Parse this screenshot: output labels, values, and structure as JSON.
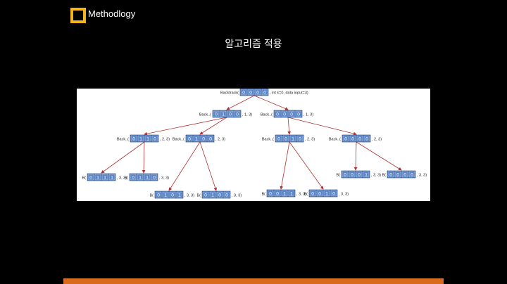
{
  "header": {
    "title": "Methodlogy"
  },
  "slide": {
    "title": "알고리즘 적용"
  },
  "colors": {
    "accent": "#f5b41a",
    "bar": "#d86a1c",
    "cell": "#4a74b4",
    "edge": "#b03030"
  },
  "tree": {
    "nodes": [
      {
        "id": "root",
        "pre": "Backtrack(",
        "bits": [
          "0",
          "0",
          "0",
          "0"
        ],
        "post": ", int k=0, data input=3)"
      },
      {
        "id": "n1",
        "pre": "Back..(",
        "bits": [
          "0",
          "1",
          "0",
          "0"
        ],
        "post": ", 1, 3)"
      },
      {
        "id": "n2",
        "pre": "Back..(",
        "bits": [
          "0",
          "0",
          "0",
          "0"
        ],
        "post": ", 1, 3)"
      },
      {
        "id": "n3",
        "pre": "Back..(",
        "bits": [
          "0",
          "1",
          "1",
          "0"
        ],
        "post": ", 2, 3)"
      },
      {
        "id": "n4",
        "pre": "Back..(",
        "bits": [
          "0",
          "1",
          "0",
          "0"
        ],
        "post": ", 2, 3)"
      },
      {
        "id": "n5",
        "pre": "Back..(",
        "bits": [
          "0",
          "0",
          "1",
          "0"
        ],
        "post": ", 2, 3)"
      },
      {
        "id": "n6",
        "pre": "Back..(",
        "bits": [
          "0",
          "0",
          "0",
          "0"
        ],
        "post": ", 2, 3)"
      },
      {
        "id": "l1",
        "pre": "B(",
        "bits": [
          "0",
          "1",
          "1",
          "1"
        ],
        "post": ", 3, 3)"
      },
      {
        "id": "l2",
        "pre": "B(",
        "bits": [
          "0",
          "1",
          "1",
          "0"
        ],
        "post": ", 3, 3)"
      },
      {
        "id": "l3",
        "pre": "B(",
        "bits": [
          "0",
          "1",
          "0",
          "1"
        ],
        "post": ", 3, 3)"
      },
      {
        "id": "l4",
        "pre": "B(",
        "bits": [
          "0",
          "1",
          "0",
          "0"
        ],
        "post": ", 3, 3)"
      },
      {
        "id": "l5",
        "pre": "B(",
        "bits": [
          "0",
          "0",
          "1",
          "1"
        ],
        "post": ", 3, 3)"
      },
      {
        "id": "l6",
        "pre": "B(",
        "bits": [
          "0",
          "0",
          "1",
          "0"
        ],
        "post": ", 3, 3)"
      },
      {
        "id": "l7",
        "pre": "B(",
        "bits": [
          "0",
          "0",
          "0",
          "1"
        ],
        "post": ", 3, 3)"
      },
      {
        "id": "l8",
        "pre": "B(",
        "bits": [
          "0",
          "0",
          "0",
          "0"
        ],
        "post": ", 3, 3)"
      }
    ],
    "edges": [
      [
        "root",
        "n1"
      ],
      [
        "root",
        "n2"
      ],
      [
        "n1",
        "n3"
      ],
      [
        "n1",
        "n4"
      ],
      [
        "n2",
        "n5"
      ],
      [
        "n2",
        "n6"
      ],
      [
        "n3",
        "l1"
      ],
      [
        "n3",
        "l2"
      ],
      [
        "n4",
        "l3"
      ],
      [
        "n4",
        "l4"
      ],
      [
        "n5",
        "l5"
      ],
      [
        "n5",
        "l6"
      ],
      [
        "n6",
        "l7"
      ],
      [
        "n6",
        "l8"
      ]
    ]
  }
}
